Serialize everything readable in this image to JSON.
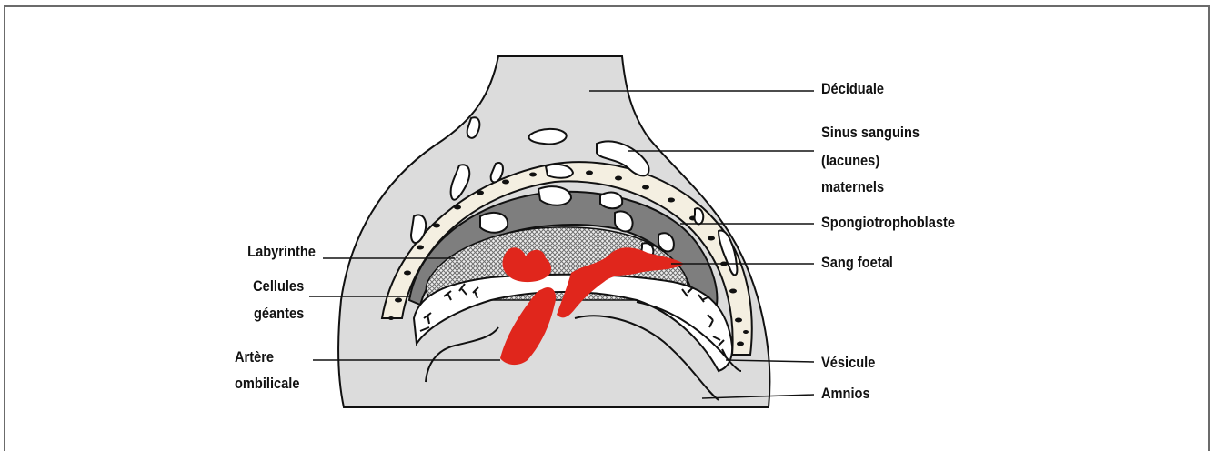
{
  "colors": {
    "decidua": "#dcdcdc",
    "outline": "#111111",
    "fetal_blood": "#e0261c",
    "spongiotrophoblast": "#7e7e7e",
    "labyrinth": "#a9a9a9",
    "giant_cell_band": "#f4efe1"
  },
  "labels": {
    "deciduale": "Déciduale",
    "sinus_line1": "Sinus sanguins",
    "sinus_line2": "(lacunes)",
    "sinus_line3": "maternels",
    "spongiotrophoblaste": "Spongiotrophoblaste",
    "sang_foetal": "Sang foetal",
    "vesicule": "Vésicule",
    "amnios": "Amnios",
    "labyrinthe": "Labyrinthe",
    "cellules_line1": "Cellules",
    "cellules_line2": "géantes",
    "artere_line1": "Artère",
    "artere_line2": "ombilicale"
  }
}
